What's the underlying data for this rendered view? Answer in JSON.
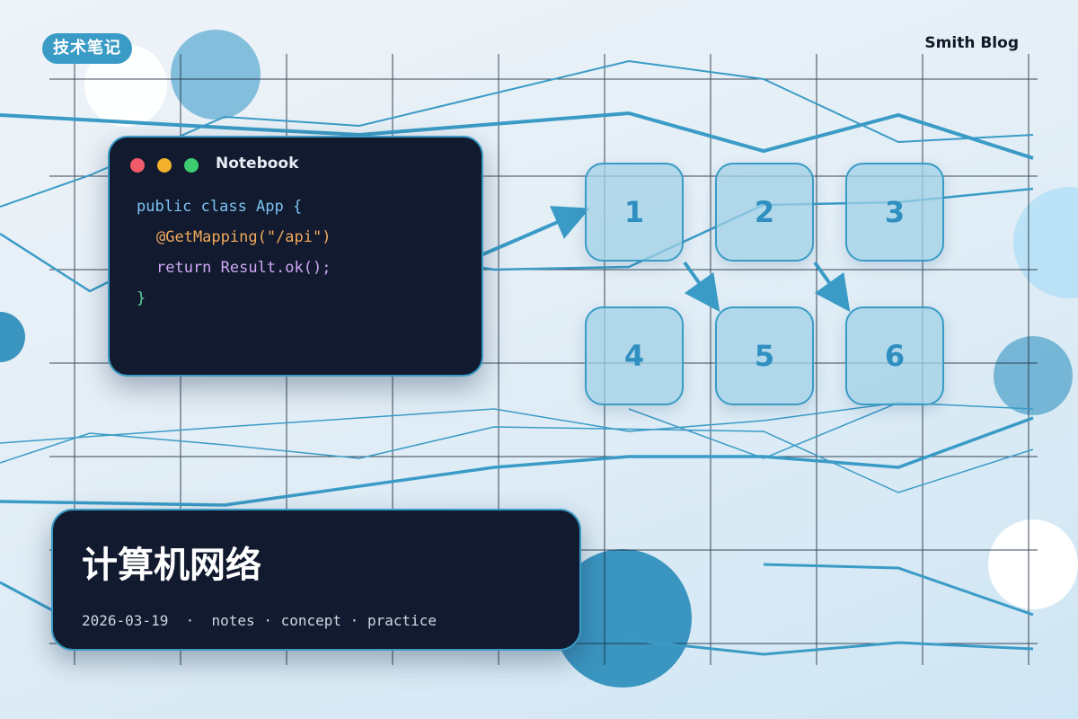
{
  "header": {
    "tag": "技术笔记",
    "site_name": "Smith Blog"
  },
  "code_card": {
    "title": "Notebook",
    "lines": [
      "public class App {",
      "@GetMapping(\"/api\")",
      "return Result.ok();",
      "}"
    ]
  },
  "diagram": {
    "nodes": [
      "1",
      "2",
      "3",
      "4",
      "5",
      "6"
    ]
  },
  "title_card": {
    "title": "计算机网络",
    "date": "2026-03-19",
    "tags": [
      "notes",
      "concept",
      "practice"
    ],
    "separator": "·"
  },
  "colors": {
    "accent": "#3a9bc6",
    "card_bg": "#111a2e",
    "node_text": "#2f8fc0"
  }
}
